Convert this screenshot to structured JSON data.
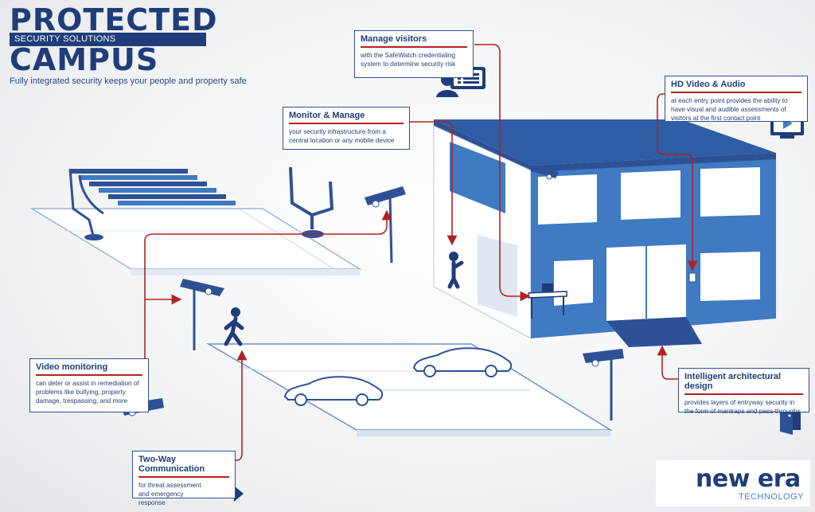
{
  "header": {
    "title_line1": "PROTECTED",
    "subtitle_bar": "SECURITY SOLUTIONS",
    "title_line2": "CAMPUS",
    "tagline": "Fully integrated security keeps your people and property safe"
  },
  "callouts": {
    "manage_visitors": {
      "title": "Manage visitors",
      "body": "with the SafeWatch credentialing system to  determine security risk"
    },
    "hd_video": {
      "title": "HD Video & Audio",
      "body": "at each entry point provides the ability to have visual and audible assessments of visitors at the first contact point"
    },
    "monitor_manage": {
      "title": "Monitor & Manage",
      "body": "your security infrastructure from a central location or any mobile device"
    },
    "video_monitoring": {
      "title": "Video monitoring",
      "body": "can deter or assist in remediation of problems like bullying, property damage, trespassing, and more"
    },
    "intelligent_design": {
      "title": "Intelligent architectural design",
      "body": "provides layers of entryway security in the form of mantraps and pass-throughs"
    },
    "two_way": {
      "title": "Two-Way Communication",
      "body": "for threat assessment and emergency response"
    }
  },
  "logo": {
    "name": "new era",
    "sub": "TECHNOLOGY"
  },
  "colors": {
    "navy": "#1f3d78",
    "building_blue": "#3f7ac2",
    "connector_red": "#b22222",
    "outline_blue": "#2e5196"
  },
  "icons": [
    "camera-icon",
    "person-icon",
    "id-card-icon",
    "monitor-play-icon",
    "door-icon",
    "arrow-left-icon",
    "car-icon",
    "bleachers-icon",
    "goalpost-icon",
    "logo-swoosh-icon"
  ]
}
